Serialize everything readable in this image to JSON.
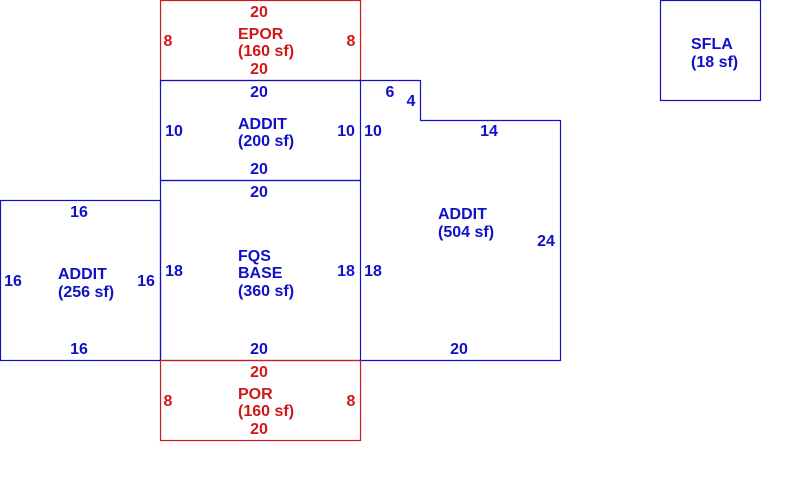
{
  "colors": {
    "blue": "#1010c8",
    "red": "#d01818"
  },
  "areas": {
    "epor": {
      "name": "EPOR",
      "area": "(160 sf)",
      "top": "20",
      "bottom": "20",
      "left": "8",
      "right": "8"
    },
    "addit_200": {
      "name": "ADDIT",
      "area": "(200 sf)",
      "top": "20",
      "bottom": "20",
      "left": "10",
      "right": "10"
    },
    "base": {
      "name1": "FQS",
      "name2": "BASE",
      "area": "(360 sf)",
      "top": "20",
      "bottom": "20",
      "left": "18",
      "right": "18"
    },
    "addit_256": {
      "name": "ADDIT",
      "area": "(256 sf)",
      "top": "16",
      "bottom": "16",
      "left": "16",
      "right": "16"
    },
    "addit_504": {
      "name": "ADDIT",
      "area": "(504 sf)",
      "notch_top": "6",
      "notch_side": "4",
      "top": "14",
      "right": "24",
      "bottom": "20",
      "left_upper": "10",
      "left_lower": "18"
    },
    "por": {
      "name": "POR",
      "area": "(160 sf)",
      "top": "20",
      "bottom": "20",
      "left": "8",
      "right": "8"
    },
    "sfla": {
      "name": "SFLA",
      "area": "(18 sf)"
    }
  }
}
